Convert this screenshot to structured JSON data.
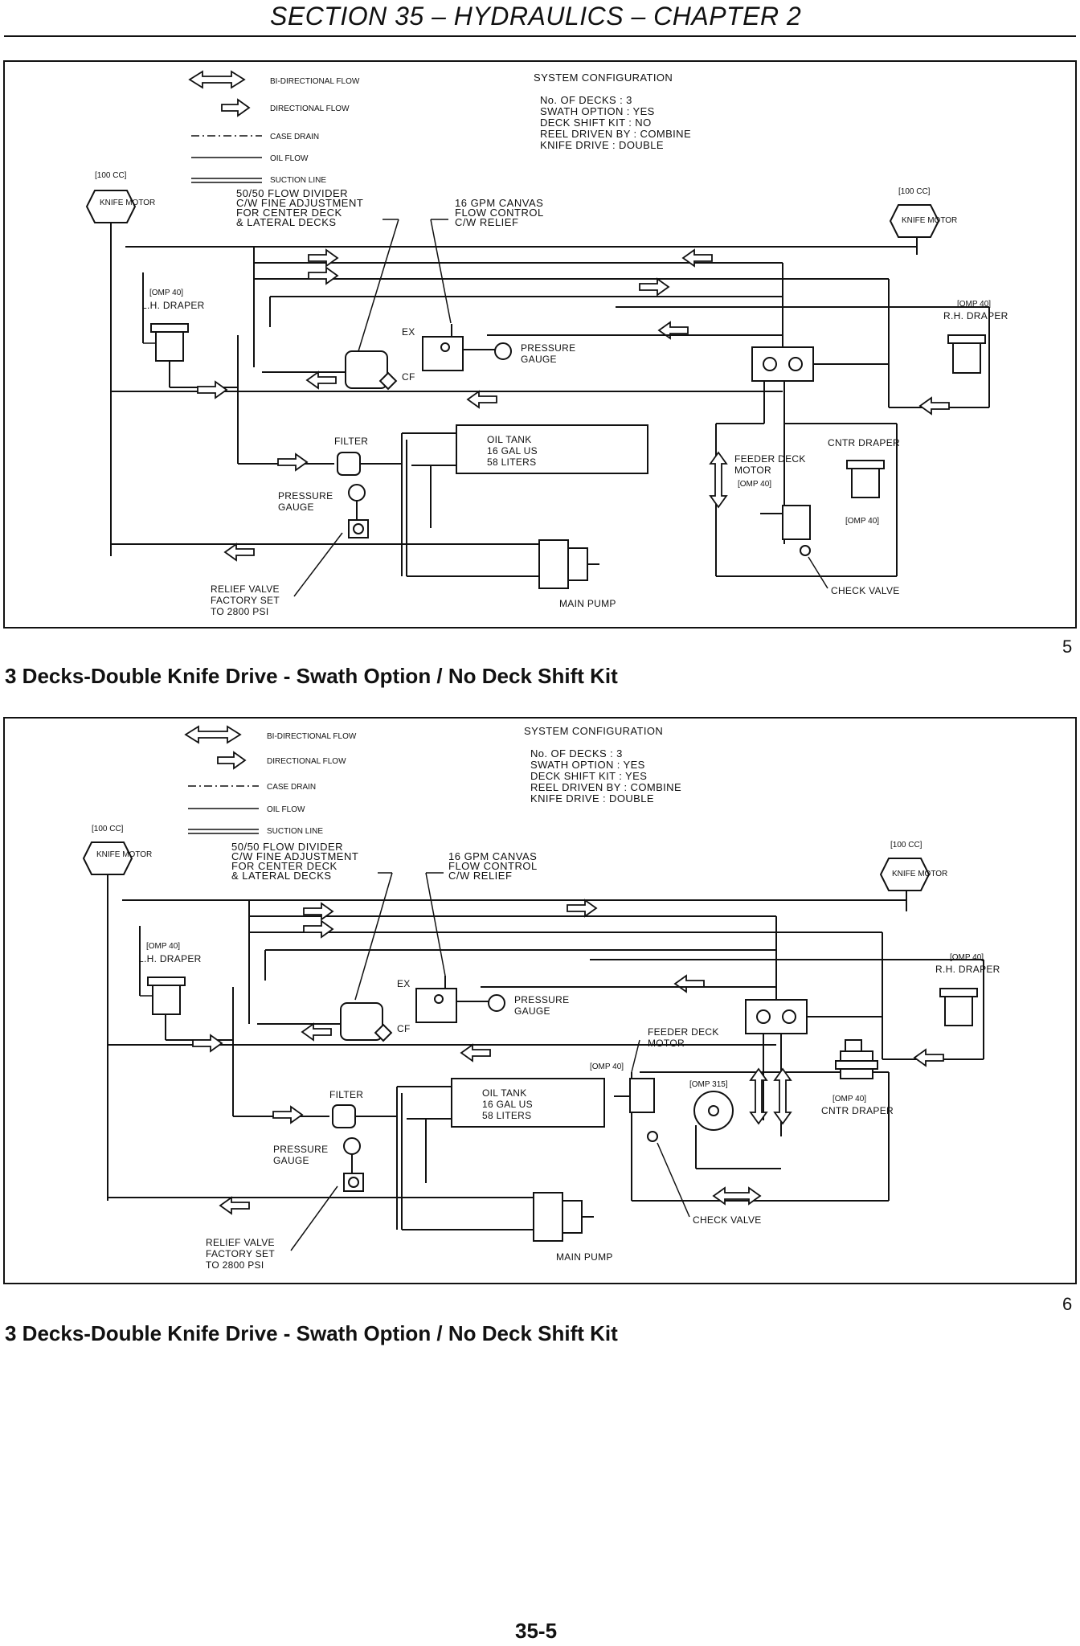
{
  "header": {
    "title": "SECTION 35 – HYDRAULICS – CHAPTER 2"
  },
  "legend": {
    "bidirectional": "BI-DIRECTIONAL FLOW",
    "directional": "DIRECTIONAL FLOW",
    "case_drain": "CASE DRAIN",
    "oil_flow": "OIL FLOW",
    "suction": "SUCTION LINE"
  },
  "labels": {
    "knife_motor": "KNIFE MOTOR",
    "knife_motor_spec": "[100 CC]",
    "lh_draper": "L.H. DRAPER",
    "rh_draper": "R.H. DRAPER",
    "omp40": "[OMP 40]",
    "omp315": "[OMP 315]",
    "flow_divider_1": "50/50 FLOW DIVIDER",
    "flow_divider_2": "C/W FINE ADJUSTMENT",
    "flow_divider_3": "FOR CENTER DECK",
    "flow_divider_4": "& LATERAL DECKS",
    "canvas_1": "16 GPM CANVAS",
    "canvas_2": "FLOW CONTROL",
    "canvas_3": "C/W RELIEF",
    "ex": "EX",
    "cf": "CF",
    "pressure_gauge_1": "PRESSURE",
    "pressure_gauge_2": "GAUGE",
    "filter": "FILTER",
    "oil_tank_1": "OIL TANK",
    "oil_tank_2": "16 GAL US",
    "oil_tank_3": "58 LITERS",
    "feeder_1": "FEEDER DECK",
    "feeder_2": "MOTOR",
    "cntr_draper": "CNTR DRAPER",
    "main_pump": "MAIN PUMP",
    "check_valve": "CHECK VALVE",
    "relief_1": "RELIEF VALVE",
    "relief_2": "FACTORY SET",
    "relief_3": "TO 2800 PSI"
  },
  "figures": [
    {
      "config": {
        "title": "SYSTEM CONFIGURATION",
        "decks": "No. OF DECKS : 3",
        "swath": "SWATH OPTION : YES",
        "shift": "DECK SHIFT KIT : NO",
        "reel": "REEL DRIVEN BY : COMBINE",
        "knife": "KNIFE DRIVE : DOUBLE"
      },
      "number": "5",
      "caption": "3 Decks-Double Knife Drive - Swath Option / No Deck Shift Kit"
    },
    {
      "config": {
        "title": "SYSTEM CONFIGURATION",
        "decks": "No. OF DECKS : 3",
        "swath": "SWATH OPTION : YES",
        "shift": "DECK SHIFT KIT : YES",
        "reel": "REEL DRIVEN BY : COMBINE",
        "knife": "KNIFE DRIVE : DOUBLE"
      },
      "number": "6",
      "caption": "3 Decks-Double Knife Drive - Swath Option / No Deck Shift Kit"
    }
  ],
  "footer": {
    "page": "35-5"
  }
}
